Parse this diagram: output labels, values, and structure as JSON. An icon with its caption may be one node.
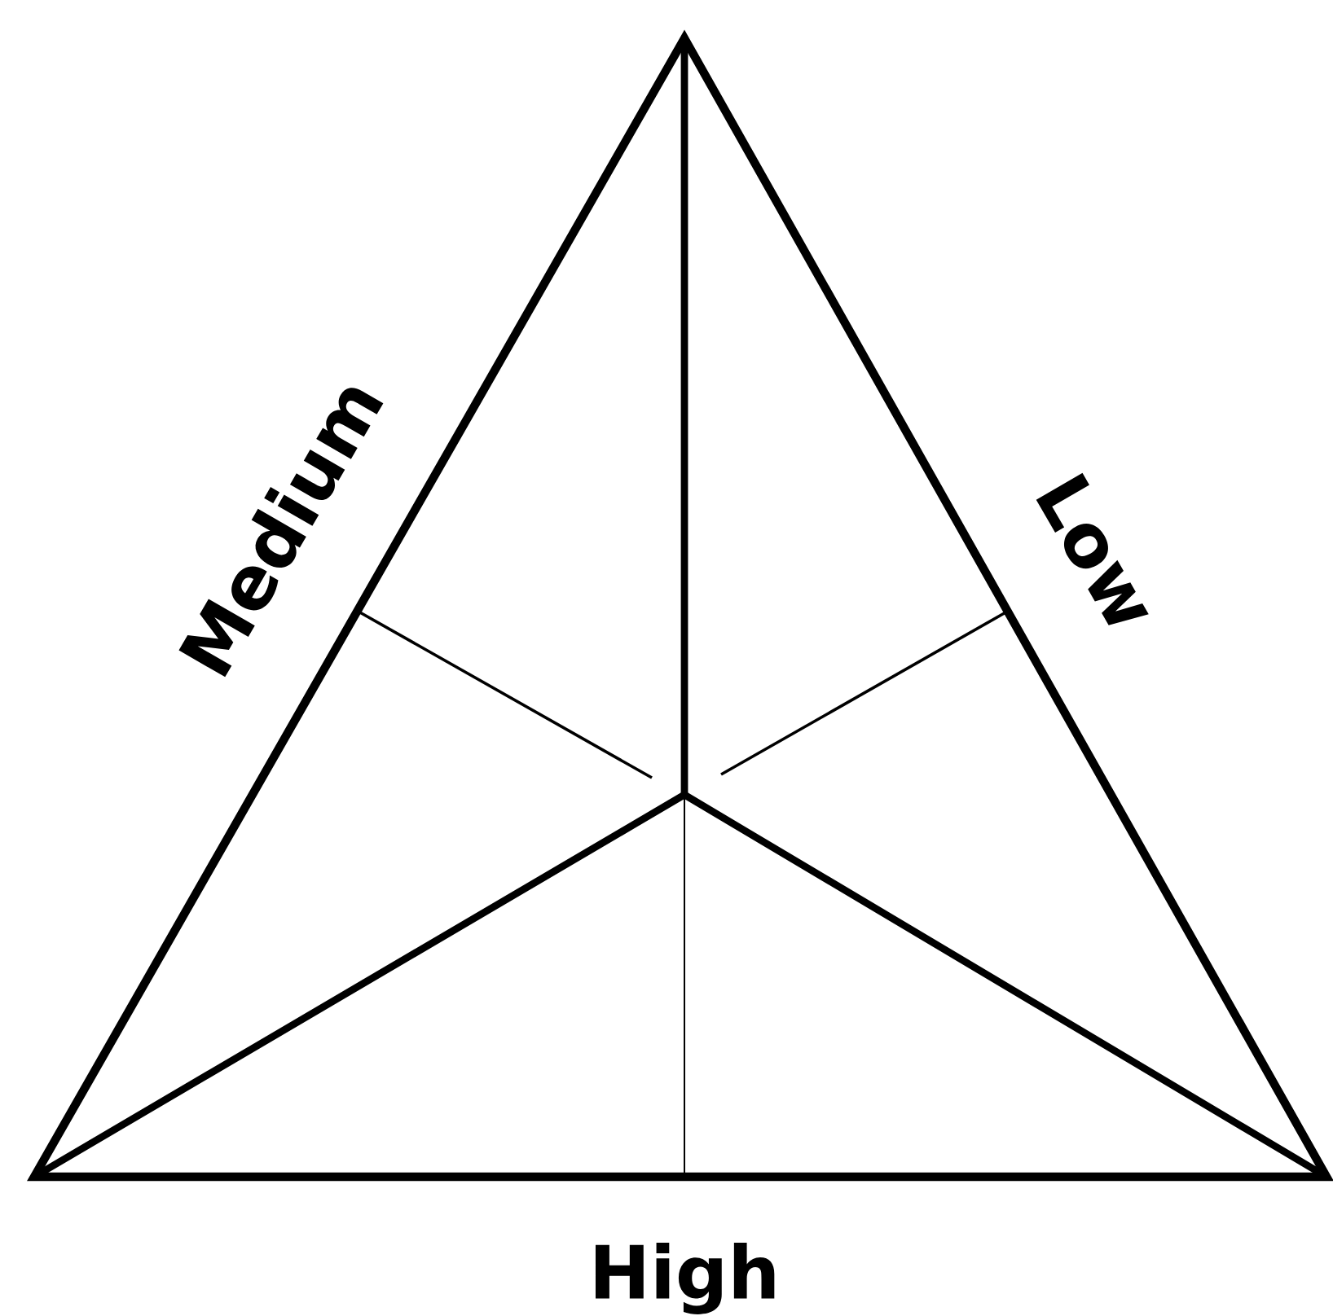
{
  "diagram": {
    "labels": [
      "Medium",
      "Low",
      "High"
    ]
  }
}
